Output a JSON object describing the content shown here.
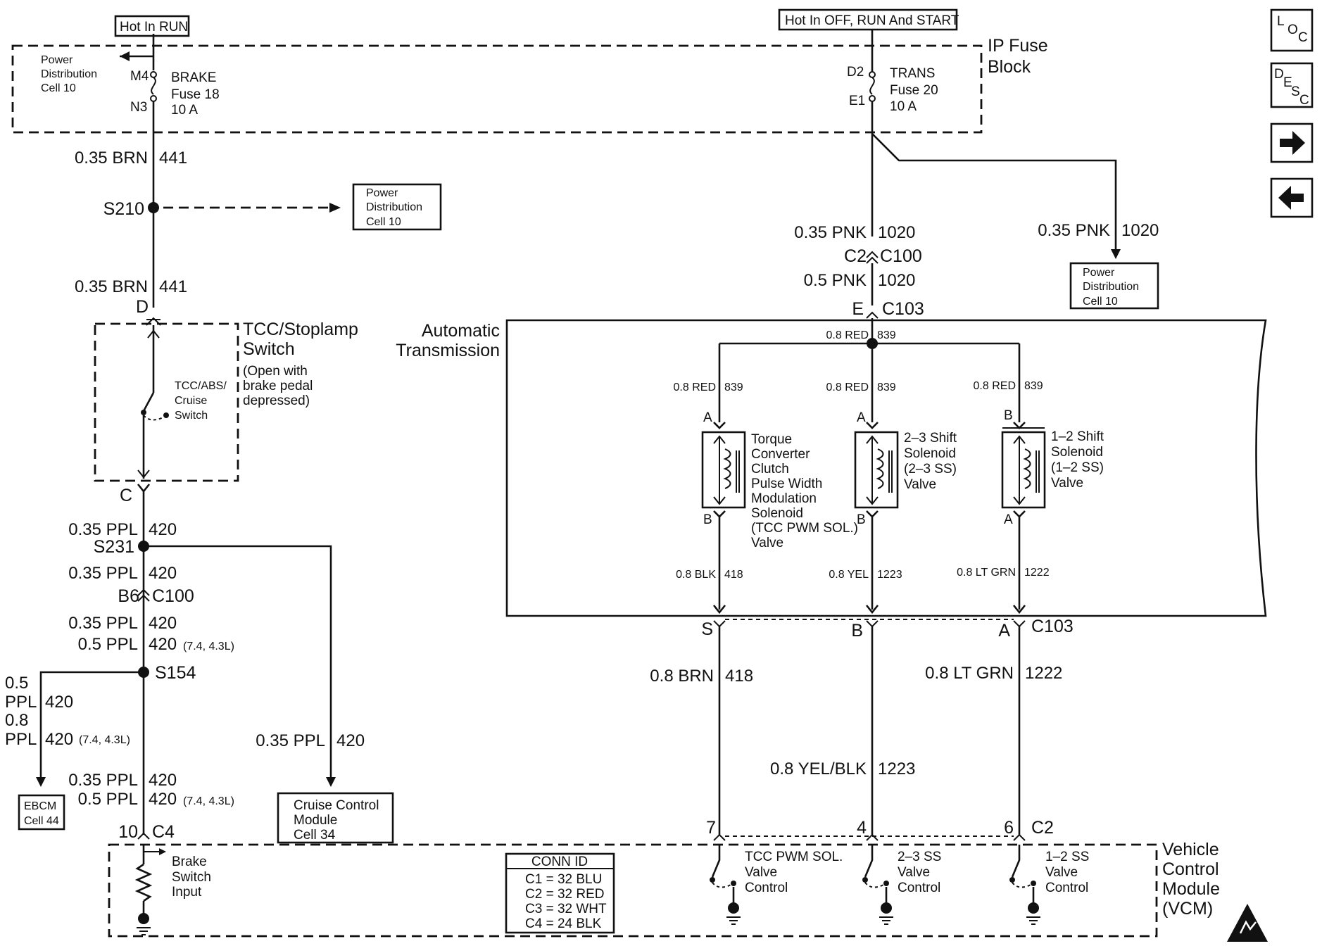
{
  "power": {
    "hot_in_run": "Hot In RUN",
    "hot_in_off_run_start": "Hot In OFF, RUN And START",
    "ip_fuse_block": [
      "IP Fuse",
      "Block"
    ],
    "pd_cell_left": [
      "Power",
      "Distribution",
      "Cell 10"
    ],
    "brake_fuse": {
      "pin_top": "M4",
      "pin_bottom": "N3",
      "lines": [
        "BRAKE",
        "Fuse 18",
        "10 A"
      ]
    },
    "trans_fuse": {
      "pin_top": "D2",
      "pin_bottom": "E1",
      "lines": [
        "TRANS",
        "Fuse 20",
        "10 A"
      ]
    }
  },
  "left_circuit": {
    "wire_brn_1": {
      "gauge": "0.35 BRN",
      "circuit": "441"
    },
    "splice_s210": "S210",
    "pd_box_s210": [
      "Power",
      "Distribution",
      "Cell 10"
    ],
    "wire_brn_2": {
      "gauge": "0.35 BRN",
      "circuit": "441"
    },
    "pin_d": "D",
    "switch_title": [
      "TCC/Stoplamp",
      "Switch"
    ],
    "switch_note": [
      "(Open with",
      "brake pedal",
      "depressed)"
    ],
    "switch_label": [
      "TCC/ABS/",
      "Cruise",
      "Switch"
    ],
    "pin_c": "C",
    "wire_ppl_1": {
      "gauge": "0.35 PPL",
      "circuit": "420"
    },
    "splice_s231": "S231",
    "wire_ppl_2": {
      "gauge": "0.35 PPL",
      "circuit": "420"
    },
    "conn_b6": "B6",
    "conn_c100": "C100",
    "wire_ppl_3": {
      "gauge": "0.35 PPL",
      "circuit": "420"
    },
    "wire_ppl_4": {
      "gauge": "0.5 PPL",
      "circuit": "420",
      "note": "(7.4, 4.3L)"
    },
    "splice_s154": "S154",
    "ebcm_wire_a": {
      "gauge": "0.5",
      "color": "PPL",
      "circuit": "420"
    },
    "ebcm_wire_b": {
      "gauge": "0.8",
      "color": "PPL",
      "circuit": "420",
      "note": "(7.4, 4.3L)"
    },
    "ebcm_box": [
      "EBCM",
      "Cell 44"
    ],
    "cruise_wire": {
      "gauge": "0.35 PPL",
      "circuit": "420"
    },
    "cruise_box": [
      "Cruise Control",
      "Module",
      "Cell 34"
    ],
    "wire_ppl_5": {
      "gauge": "0.35 PPL",
      "circuit": "420"
    },
    "wire_ppl_6": {
      "gauge": "0.5 PPL",
      "circuit": "420",
      "note": "(7.4, 4.3L)"
    },
    "pin_10": "10",
    "conn_c4": "C4",
    "brake_input": [
      "Brake",
      "Switch",
      "Input"
    ]
  },
  "right_feed": {
    "wire_pnk_1": {
      "gauge": "0.35 PNK",
      "circuit": "1020"
    },
    "pd_wire": {
      "gauge": "0.35 PNK",
      "circuit": "1020"
    },
    "pd_box": [
      "Power",
      "Distribution",
      "Cell 10"
    ],
    "conn_c2": "C2",
    "conn_c100": "C100",
    "wire_pnk_2": {
      "gauge": "0.5 PNK",
      "circuit": "1020"
    },
    "pin_e": "E",
    "conn_c103": "C103"
  },
  "transmission": {
    "title": [
      "Automatic",
      "Transmission"
    ],
    "bus_wire": {
      "gauge": "0.8 RED",
      "circuit": "839"
    },
    "solenoids": [
      {
        "wire_in": {
          "gauge": "0.8 RED",
          "circuit": "839"
        },
        "pin_top": "A",
        "pin_bottom": "B",
        "name": [
          "Torque",
          "Converter",
          "Clutch",
          "Pulse Width",
          "Modulation",
          "Solenoid",
          "(TCC PWM SOL.)",
          "Valve"
        ],
        "wire_out": {
          "gauge": "0.8 BLK",
          "circuit": "418"
        }
      },
      {
        "wire_in": {
          "gauge": "0.8 RED",
          "circuit": "839"
        },
        "pin_top": "A",
        "pin_bottom": "B",
        "name": [
          "2–3 Shift",
          "Solenoid",
          "(2–3 SS)",
          "Valve"
        ],
        "wire_out": {
          "gauge": "0.8 YEL",
          "circuit": "1223"
        }
      },
      {
        "wire_in": {
          "gauge": "0.8 RED",
          "circuit": "839"
        },
        "pin_top": "B",
        "pin_bottom": "A",
        "name": [
          "1–2 Shift",
          "Solenoid",
          "(1–2 SS)",
          "Valve"
        ],
        "wire_out": {
          "gauge": "0.8 LT GRN",
          "circuit": "1222"
        }
      }
    ],
    "bottom_pins": [
      "S",
      "B",
      "A"
    ],
    "bottom_conn": "C103"
  },
  "vcm_wires": {
    "brn": {
      "gauge": "0.8 BRN",
      "circuit": "418"
    },
    "ltgrn": {
      "gauge": "0.8 LT GRN",
      "circuit": "1222"
    },
    "yelblk": {
      "gauge": "0.8 YEL/BLK",
      "circuit": "1223"
    }
  },
  "vcm": {
    "pins": [
      "7",
      "4",
      "6"
    ],
    "conn": "C2",
    "controls": [
      [
        "TCC PWM SOL.",
        "Valve",
        "Control"
      ],
      [
        "2–3 SS",
        "Valve",
        "Control"
      ],
      [
        "1–2 SS",
        "Valve",
        "Control"
      ]
    ],
    "title": [
      "Vehicle",
      "Control",
      "Module",
      "(VCM)"
    ]
  },
  "conn_id": {
    "title": "CONN ID",
    "rows": [
      "C1 = 32 BLU",
      "C2 = 32 RED",
      "C3 = 32 WHT",
      "C4 = 24 BLK"
    ]
  },
  "nav": {
    "loc": {
      "l": "L",
      "o": "O",
      "c": "C"
    },
    "desc": {
      "d": "D",
      "e": "E",
      "s": "S",
      "c": "C"
    },
    "next_icon": "right-arrow-icon",
    "prev_icon": "left-arrow-icon"
  }
}
